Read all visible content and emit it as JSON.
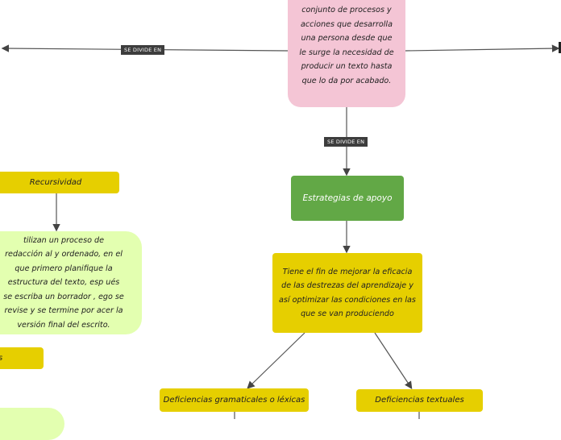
{
  "root_node": {
    "text": "conjunto de procesos y acciones que desarrolla una persona desde que le surge la necesidad de producir un texto hasta que lo da por acabado."
  },
  "labels": {
    "left_link": "SE DIVIDE EN",
    "down_link": "SE DIVIDE EN"
  },
  "nodes": {
    "strategies": "Estrategias de apoyo",
    "strategies_desc": "Tiene el fin de mejorar la eficacia de las destrezas del aprendizaje y así optimizar las condiciones en las que se van produciendo",
    "grammar": "Deficiencias gramaticales o léxicas",
    "textual": "Deficiencias textuales",
    "recursivity": "Recursividad",
    "recursivity_desc": "tilizan un proceso de redacción al y ordenado, en el que primero planifique la estructura del texto, esp ués se escriba un borrador , ego se revise y se termine por acer la versión final del escrito.",
    "partial_left": "s"
  },
  "colors": {
    "pink": "#f4c5d5",
    "green": "#62a846",
    "yellow": "#e6cf00",
    "lime": "#e3ffb0",
    "tag": "#3d3d3d"
  }
}
